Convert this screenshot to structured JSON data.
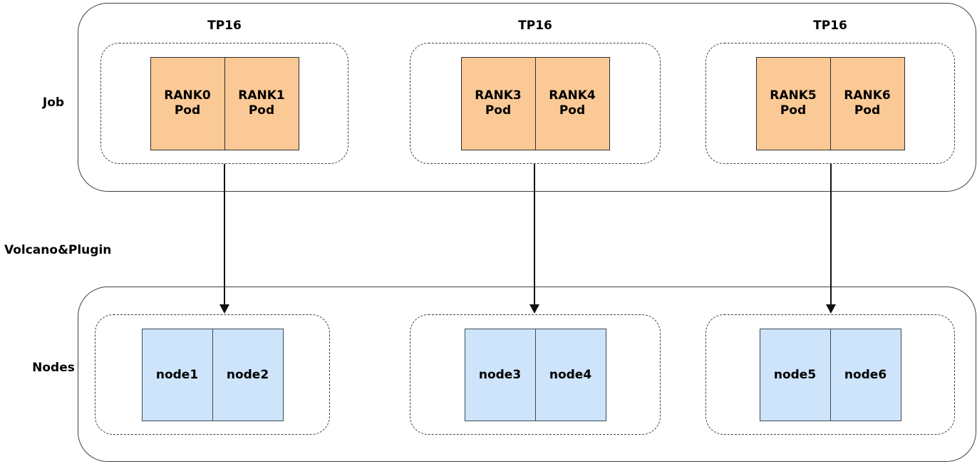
{
  "labels": {
    "job": "Job",
    "middle": "Volcano&Plugin",
    "nodes": "Nodes"
  },
  "groups": [
    {
      "tp": "TP16",
      "pods": [
        {
          "rank": "RANK0",
          "kind": "Pod"
        },
        {
          "rank": "RANK1",
          "kind": "Pod"
        }
      ],
      "nodes": [
        "node1",
        "node2"
      ]
    },
    {
      "tp": "TP16",
      "pods": [
        {
          "rank": "RANK3",
          "kind": "Pod"
        },
        {
          "rank": "RANK4",
          "kind": "Pod"
        }
      ],
      "nodes": [
        "node3",
        "node4"
      ]
    },
    {
      "tp": "TP16",
      "pods": [
        {
          "rank": "RANK5",
          "kind": "Pod"
        },
        {
          "rank": "RANK6",
          "kind": "Pod"
        }
      ],
      "nodes": [
        "node5",
        "node6"
      ]
    }
  ],
  "colors": {
    "pod_fill": "#fac995",
    "pod_border": "#2f2f2f",
    "node_fill": "#cde4fa",
    "node_border": "#3e4a56",
    "line": "#404040",
    "arrow": "#111111",
    "text": "#000000",
    "bg": "#ffffff"
  }
}
